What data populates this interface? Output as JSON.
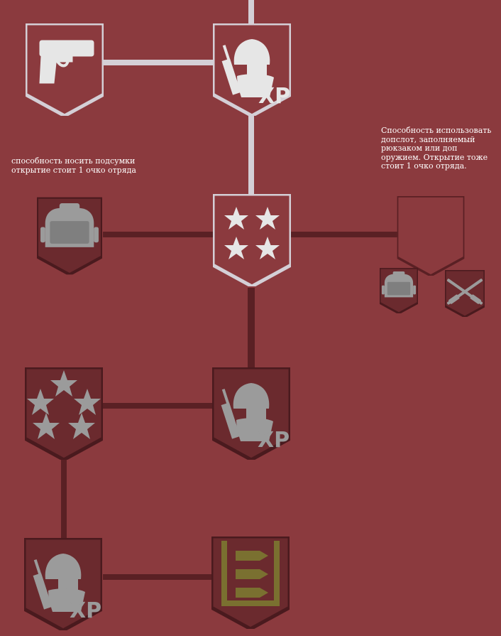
{
  "perk_tree": {
    "notes": {
      "pouches": "способность носить подсумки\nоткрытие стоит 1 очко отряда",
      "extra_slot": "Способность использовать\nдопслот, заполняемый\nрюкзаком или доп\nоружием. Открытие тоже\nстоит 1 очко отряда."
    },
    "nodes": [
      {
        "id": "pistol",
        "icon": "pistol-icon",
        "state": "unlocked"
      },
      {
        "id": "xp-1",
        "icon": "soldier-xp-icon",
        "state": "unlocked"
      },
      {
        "id": "backpack",
        "icon": "backpack-icon",
        "state": "locked"
      },
      {
        "id": "four-stars",
        "icon": "four-stars-icon",
        "state": "unlocked"
      },
      {
        "id": "extra-slot",
        "icon": "empty-slot",
        "state": "locked"
      },
      {
        "id": "slot-backpack",
        "icon": "backpack-icon",
        "state": "option"
      },
      {
        "id": "slot-rifles",
        "icon": "crossed-rifles-icon",
        "state": "option"
      },
      {
        "id": "five-stars",
        "icon": "five-stars-icon",
        "state": "locked"
      },
      {
        "id": "xp-2",
        "icon": "soldier-xp-icon",
        "state": "locked"
      },
      {
        "id": "xp-3",
        "icon": "soldier-xp-icon",
        "state": "locked"
      },
      {
        "id": "ammo",
        "icon": "ammo-icon",
        "state": "locked"
      }
    ],
    "colors": {
      "background": "#8b3a3e",
      "unlocked_fill": "#8b3a3e",
      "unlocked_border": "#d4cfd6",
      "unlocked_icon": "#e6e6e6",
      "locked_fill": "#6b2a2e",
      "locked_border": "#4a1a1e",
      "locked_icon": "#9b9b9b",
      "ammo_icon": "#7a7030",
      "connector_light": "#d4cfd6",
      "connector_dark": "#5a2024"
    }
  }
}
